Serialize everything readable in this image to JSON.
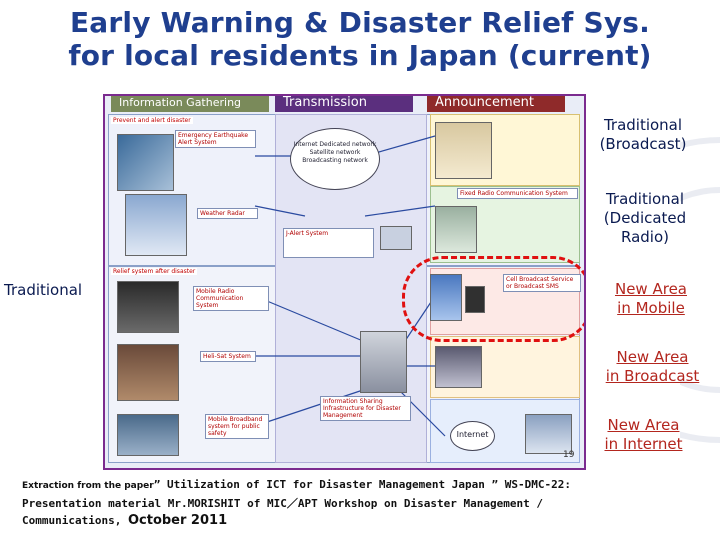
{
  "title": {
    "line1": "Early Warning & Disaster Relief  Sys.",
    "line2": "for local residents in Japan (current)"
  },
  "diagram": {
    "headers": {
      "gathering": "Information Gathering",
      "transmission": "Transmission",
      "announcement": "Announcement"
    },
    "sections": {
      "prevent": "Prevent and alert disaster",
      "relief": "Relief system after disaster"
    },
    "boxes": {
      "eq_alert": "Emergency Earthquake Alert System",
      "weather_radar": "Weather Radar",
      "internet_cloud": "Internet Dedicated network Satellite network Broadcasting network",
      "jalert": "J-Alert System",
      "mobile_radio": "Mobile Radio Communication System",
      "heli": "Heli-Sat System",
      "mobile_bb": "Mobile Broadband system for public safety",
      "info_infra": "Information Sharing Infrastructure for Disaster Management",
      "fixed_radio": "Fixed Radio Communication System",
      "cell_broadcast": "Cell Broadcast Service or Broadcast SMS",
      "internet": "Internet",
      "page": "19"
    }
  },
  "labels": {
    "traditional_broadcast": [
      "Traditional",
      "(Broadcast)"
    ],
    "traditional_radio": [
      "Traditional",
      "(Dedicated",
      "Radio)"
    ],
    "traditional_left": "Traditional",
    "new_mobile": [
      "New Area",
      "in Mobile"
    ],
    "new_broadcast": [
      "New Area",
      "in Broadcast"
    ],
    "new_internet": [
      "New Area",
      "in Internet"
    ]
  },
  "footer": {
    "prefix": "Extraction from the paper",
    "line1": "” Utilization of ICT for Disaster Management  Japan ”  WS-DMC-22:",
    "line2": "Presentation material Mr.MORISHIT of MIC／APT Workshop on Disaster Management /",
    "line3_a": "Communications, ",
    "line3_b": "October 2011"
  },
  "colors": {
    "title": "#1f3f8f",
    "new_area": "#b3261e",
    "diagram_border": "#7b2b8f",
    "highlight_ring": "#e01010"
  }
}
